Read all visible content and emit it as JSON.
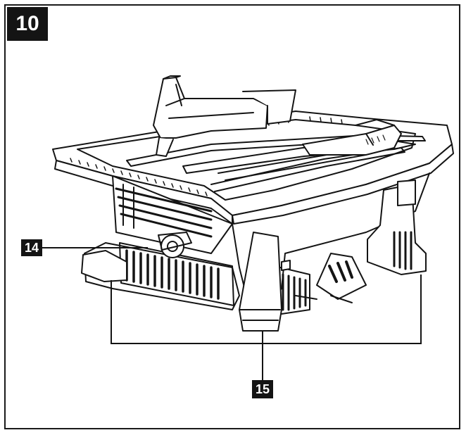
{
  "figure": {
    "number": "10"
  },
  "callouts": [
    {
      "id": "14",
      "label": "14"
    },
    {
      "id": "15",
      "label": "15"
    }
  ],
  "colors": {
    "ink": "#141414",
    "paper": "#ffffff",
    "shade": "#9a9a9a"
  },
  "icons": {
    "illustration": "table-saw-drawing"
  }
}
